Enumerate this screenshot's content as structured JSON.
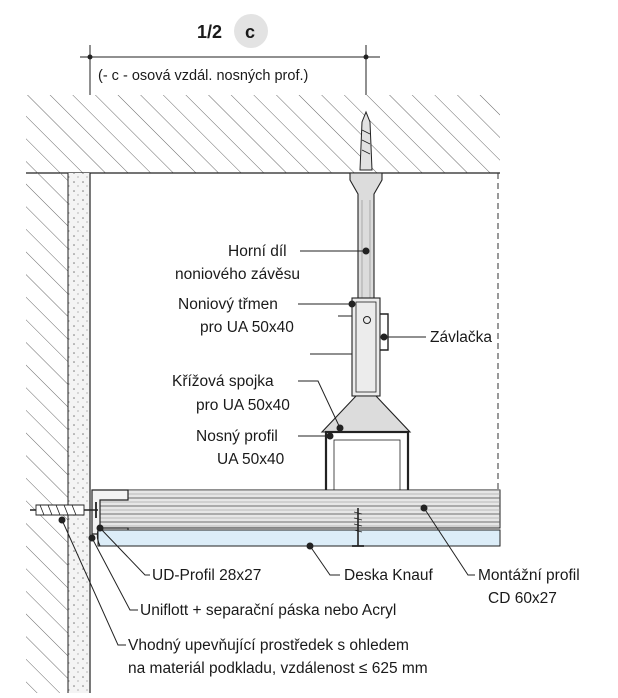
{
  "header": {
    "fraction": "1/2",
    "badge": "c",
    "dimension_note": "(- c -  osová vzdál. nosných prof.)"
  },
  "labels": {
    "upper_part_1": "Horní díl",
    "upper_part_2": "noniového závěsu",
    "stirrup_1": "Noniový třmen",
    "stirrup_2": "pro UA 50x40",
    "pin": "Závlačka",
    "cross_1": "Křížová spojka",
    "cross_2": "pro UA 50x40",
    "main_1": "Nosný profil",
    "main_2": "UA 50x40",
    "ud_profile": "UD-Profil 28x27",
    "board": "Deska Knauf",
    "cd_1": "Montážní profil",
    "cd_2": "CD 60x27",
    "uniflott": "Uniflott + separační páska nebo Acryl",
    "fastener_1": "Vhodný upevňující prostředek s ohledem",
    "fastener_2": "na materiál podkladu, vzdálenost ≤ 625 mm"
  },
  "colors": {
    "line": "#222222",
    "hatch": "#555555",
    "board_fill": "#dcedf8",
    "profile_fill": "#e6e6e6",
    "badge_fill": "#e3e3e3"
  }
}
